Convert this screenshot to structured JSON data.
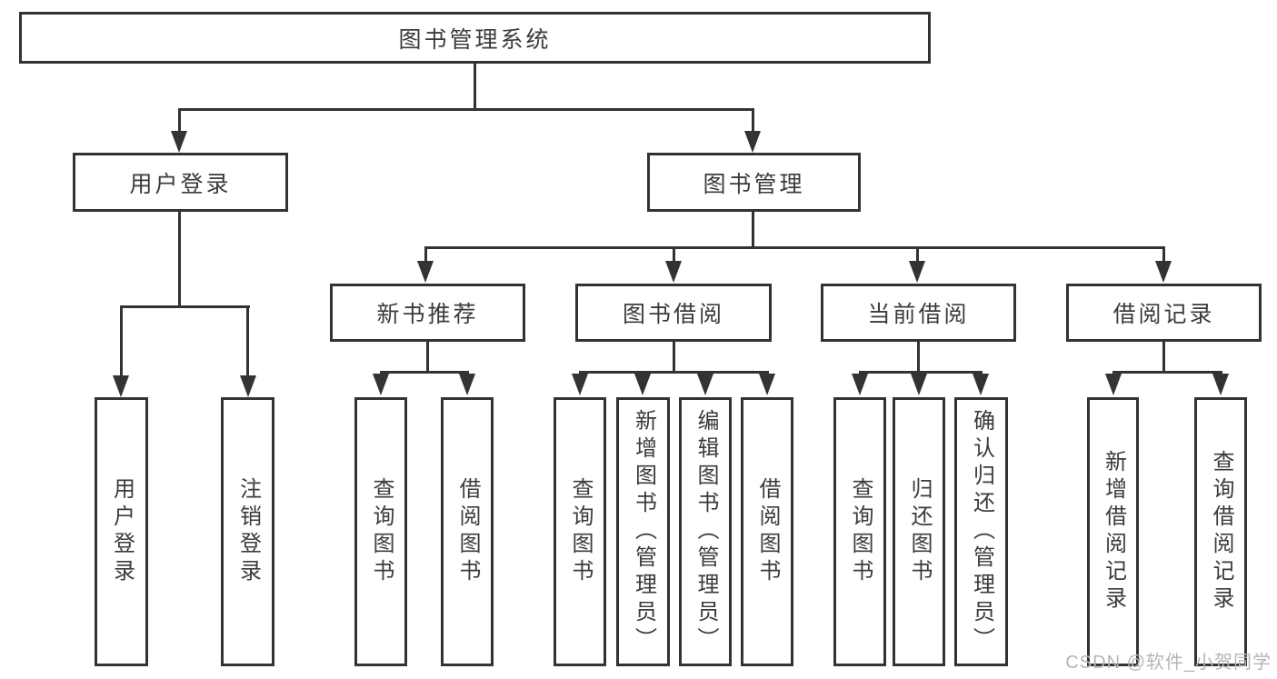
{
  "tree": {
    "root": "图书管理系统",
    "children": [
      {
        "label": "用户登录",
        "children": [
          {
            "label": "用户登录"
          },
          {
            "label": "注销登录"
          }
        ]
      },
      {
        "label": "图书管理",
        "children": [
          {
            "label": "新书推荐",
            "children": [
              {
                "label": "查询图书"
              },
              {
                "label": "借阅图书"
              }
            ]
          },
          {
            "label": "图书借阅",
            "children": [
              {
                "label": "查询图书"
              },
              {
                "label": "新增图书（管理员）"
              },
              {
                "label": "编辑图书（管理员）"
              },
              {
                "label": "借阅图书"
              }
            ]
          },
          {
            "label": "当前借阅",
            "children": [
              {
                "label": "查询图书"
              },
              {
                "label": "归还图书"
              },
              {
                "label": "确认归还（管理员）"
              }
            ]
          },
          {
            "label": "借阅记录",
            "children": [
              {
                "label": "新增借阅记录"
              },
              {
                "label": "查询借阅记录"
              }
            ]
          }
        ]
      }
    ]
  },
  "watermark": {
    "text": "CSDN @软件_小贺同学"
  },
  "colors": {
    "line": "#333333",
    "text": "#3b3b3b",
    "watermark": "#b5b5b5"
  }
}
